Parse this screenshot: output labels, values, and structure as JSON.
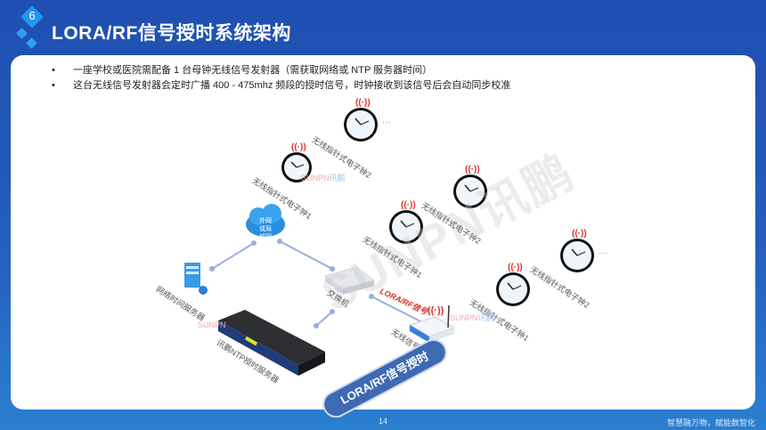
{
  "header": {
    "section_number": "6",
    "title": "LORA/RF信号授时系统架构"
  },
  "bullets": [
    "一座学校或医院需配备 1 台母钟无线信号发射器（需获取网络或 NTP 服务器时间）",
    "这台无线信号发射器会定时广播 400 - 475mhz 频段的授时信号，时钟接收到该信号后会自动同步校准"
  ],
  "diagram": {
    "cloud_label": "外网或局域网",
    "network_time_server_label": "网络时间服务器",
    "switch_label": "交换机",
    "ntp_server_label": "讯鹏NTP授时服务器",
    "transmitter_label": "无线信号发射器",
    "signal_label": "LORA/RF信号",
    "badge_label": "LORA/RF信号授时",
    "watermark_big": "SUNPN讯鹏",
    "watermark_small_en": "SUNPN",
    "watermark_small_cn": "讯鹏",
    "clock_groups": [
      {
        "clock1": "无线指针式电子钟1",
        "clock2": "无线指针式电子钟2"
      },
      {
        "clock1": "无线指针式电子钟1",
        "clock2": "无线指针式电子钟2"
      },
      {
        "clock1": "无线指针式电子钟1",
        "clock2": "无线指针式电子钟2"
      }
    ],
    "ellipsis": "···"
  },
  "footer": {
    "page_number": "14",
    "slogan": "智慧融万物，赋能数智化"
  },
  "colors": {
    "header_blue": "#1f4fb0",
    "accent_diamond": "#2196f3",
    "signal_red": "#d9342b",
    "badge_blue": "#3e6ab3",
    "line_blue": "#9aaedc"
  }
}
